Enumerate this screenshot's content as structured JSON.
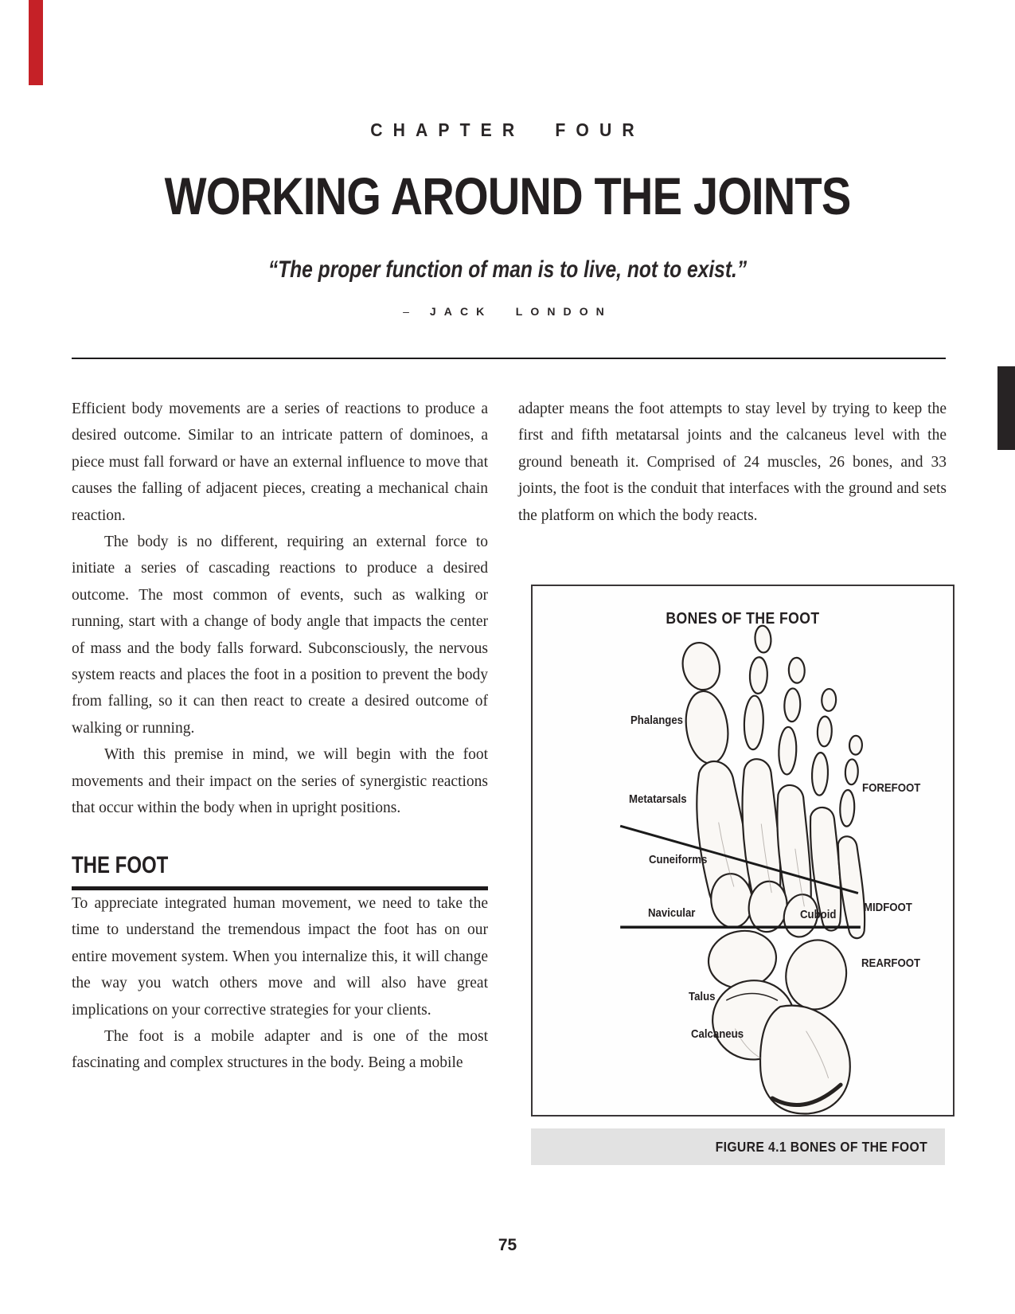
{
  "header": {
    "chapter_label": "CHAPTER FOUR",
    "title": "WORKING AROUND THE JOINTS",
    "quote": "“The proper function of man is to live, not to exist.”",
    "attribution_dash": "–",
    "attribution_name": "JACK LONDON"
  },
  "columns": {
    "left": {
      "p1": "Efficient body movements are a series of reactions to produce a desired outcome. Similar to an intricate pattern of dominoes, a piece must fall forward or have an external influence to move that causes the falling of adjacent pieces, creating a mechanical chain reaction.",
      "p2": "The body is no different, requiring an external force to initiate a series of cascading reactions to produce a desired outcome. The most common of events, such as walking or running, start with a change of body angle that impacts the center of mass and the body falls forward. Subconsciously, the nervous system reacts and places the foot in a position to prevent the body from falling, so it can then react to create a desired outcome of walking or running.",
      "p3": "With this premise in mind, we will begin with the foot movements and their impact on the series of synergistic reactions that occur within the body when in upright positions.",
      "section_heading": "THE FOOT",
      "p4": "To appreciate integrated human movement, we need to take the time to understand the tremendous impact the foot has on our entire movement system. When you internalize this, it will change the way you watch others move and will also have great implications on your corrective strategies for your clients.",
      "p5": "The foot is a mobile adapter and is one of the most fascinating and complex structures in the body. Being a mobile"
    },
    "right": {
      "p1": "adapter means the foot attempts to stay level by trying to keep the first and fifth metatarsal joints and the calcaneus level with the ground beneath it. Comprised of 24 muscles, 26 bones, and 33 joints, the foot is the conduit that interfaces with the ground and sets the platform on which the body reacts."
    }
  },
  "figure": {
    "title": "BONES OF THE FOOT",
    "caption": "FIGURE 4.1 BONES OF THE FOOT",
    "labels": {
      "phalanges": "Phalanges",
      "metatarsals": "Metatarsals",
      "cuneiforms": "Cuneiforms",
      "navicular": "Navicular",
      "cuboid": "Cuboid",
      "talus": "Talus",
      "calcaneus": "Calcaneus",
      "forefoot": "FOREFOOT",
      "midfoot": "MIDFOOT",
      "rearfoot": "REARFOOT"
    }
  },
  "page": {
    "number": "75"
  },
  "colors": {
    "accent_red": "#c52127",
    "tab_black": "#272324",
    "caption_bar_gray": "#e2e2e2",
    "text": "#231f20"
  }
}
